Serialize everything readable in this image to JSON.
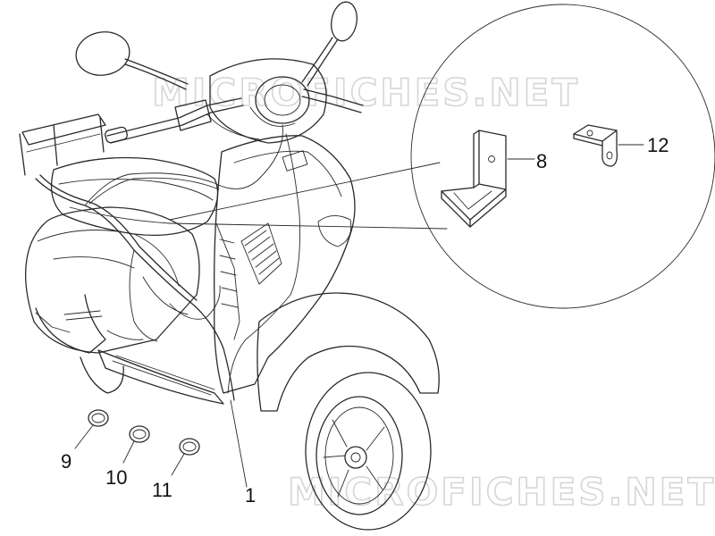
{
  "watermark": {
    "text": "MICROFICHES.NET"
  },
  "callouts": [
    {
      "id": "part-1",
      "label": "1"
    },
    {
      "id": "part-8",
      "label": "8"
    },
    {
      "id": "part-9",
      "label": "9"
    },
    {
      "id": "part-10",
      "label": "10"
    },
    {
      "id": "part-11",
      "label": "11"
    },
    {
      "id": "part-12",
      "label": "12"
    }
  ],
  "colors": {
    "line": "#2a2a2a",
    "watermark": "#d6d6d6",
    "background": "#ffffff"
  }
}
